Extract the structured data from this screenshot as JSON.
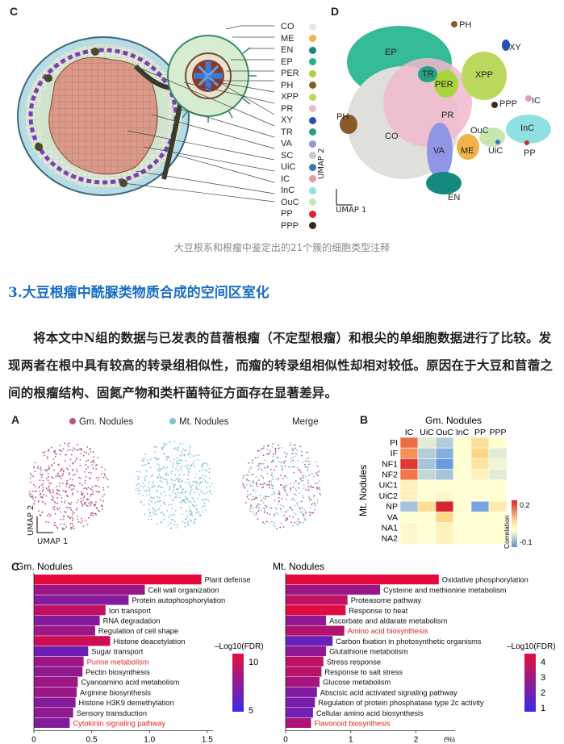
{
  "figure_top": {
    "panel_c_label": "C",
    "panel_d_label": "D",
    "legend": [
      {
        "code": "CO",
        "color": "#e8e8e0"
      },
      {
        "code": "ME",
        "color": "#f2b24a"
      },
      {
        "code": "EN",
        "color": "#14897e"
      },
      {
        "code": "EP",
        "color": "#1fb489"
      },
      {
        "code": "PER",
        "color": "#a8d53c"
      },
      {
        "code": "PH",
        "color": "#8a5a2b"
      },
      {
        "code": "XPP",
        "color": "#bcd85c"
      },
      {
        "code": "PR",
        "color": "#f0b8cc"
      },
      {
        "code": "XY",
        "color": "#2a4fb8"
      },
      {
        "code": "TR",
        "color": "#27a185"
      },
      {
        "code": "VA",
        "color": "#8f96e6"
      },
      {
        "code": "SC",
        "color": "#c9c9c9"
      },
      {
        "code": "UiC",
        "color": "#3a78b8"
      },
      {
        "code": "IC",
        "color": "#d9a0a5"
      },
      {
        "code": "InC",
        "color": "#8fe0e0"
      },
      {
        "code": "OuC",
        "color": "#c8e6b0"
      },
      {
        "code": "PP",
        "color": "#d7262b"
      },
      {
        "code": "PPP",
        "color": "#3a2a1a"
      }
    ],
    "umap_labels": [
      "PH",
      "EP",
      "XY",
      "TR",
      "PER",
      "XPP",
      "PR",
      "CO",
      "PPP",
      "IC",
      "InC",
      "OuC",
      "UiC",
      "PP",
      "VA",
      "ME",
      "PH",
      "EN"
    ],
    "umap_axis_x": "UMAP 1",
    "umap_axis_y": "UMAP 2"
  },
  "caption": "大豆根系和根瘤中鉴定出的21个簇的细胞类型注释",
  "section_title": "3.大豆根瘤中酰脲类物质合成的空间区室化",
  "paragraph": "将本文中N组的数据与已发表的苜蓿根瘤（不定型根瘤）和根尖的单细胞数据进行了比较。发现两者在根中具有较高的转录组相似性，而瘤的转录组相似性却相对较低。原因在于大豆和苜蓿之间的根瘤结构、固氮产物和类杆菌特征方面存在显著差异。",
  "figure_bottom": {
    "panel_a_label": "A",
    "panel_b_label": "B",
    "panel_c_label": "C",
    "umap_titles": [
      "Gm. Nodules",
      "Mt. Nodules",
      "Merge"
    ],
    "umap_axis_x": "UMAP 1",
    "umap_axis_y": "UMAP 2",
    "heatmap": {
      "title": "Gm. Nodules",
      "columns": [
        "IC",
        "UiC",
        "OuC",
        "InC",
        "PP",
        "PPP"
      ],
      "rows": [
        "PI",
        "IF",
        "NF1",
        "NF2",
        "UiC1",
        "UiC2",
        "NP",
        "VA",
        "NA1",
        "NA2"
      ],
      "row_axis_label": "Mt. Nodules",
      "colorbar_label": "Correlation",
      "colorbar_max": "0.2",
      "colorbar_min": "-0.1",
      "values": [
        [
          0.15,
          -0.02,
          -0.05,
          0.0,
          0.05,
          0.0
        ],
        [
          0.12,
          -0.05,
          -0.08,
          0.0,
          0.06,
          -0.02
        ],
        [
          0.2,
          -0.06,
          -0.1,
          0.0,
          0.04,
          -0.01
        ],
        [
          0.14,
          -0.04,
          -0.06,
          0.0,
          0.02,
          -0.02
        ],
        [
          0.02,
          0.0,
          0.0,
          0.0,
          0.0,
          0.0
        ],
        [
          0.02,
          0.0,
          0.01,
          0.0,
          0.0,
          0.0
        ],
        [
          -0.06,
          0.05,
          0.22,
          0.0,
          -0.09,
          0.03
        ],
        [
          0.0,
          0.0,
          0.06,
          0.0,
          0.0,
          0.0
        ],
        [
          0.01,
          0.0,
          0.02,
          0.0,
          0.0,
          0.0
        ],
        [
          0.01,
          0.0,
          0.02,
          0.0,
          0.0,
          0.0
        ]
      ]
    },
    "chart_data": [
      {
        "type": "bar",
        "title": "Gm. Nodules",
        "categories": [
          "Plant defense",
          "Cell wall organization",
          "Protein autophosphorylation",
          "Ion transport",
          "RNA degradation",
          "Regulation of cell shape",
          "Histone deacetylation",
          "Sugar transport",
          "Purine metabolism",
          "Pectin biosynthesis",
          "Cyanoamino acid metabolism",
          "Arginine biosynthesis",
          "Histone H3K9 demethylation",
          "Sensory transduction",
          "Cytokinin signaling pathway"
        ],
        "values": [
          1.45,
          0.96,
          0.82,
          0.62,
          0.57,
          0.53,
          0.66,
          0.47,
          0.43,
          0.42,
          0.38,
          0.37,
          0.36,
          0.34,
          0.31
        ],
        "fdr": [
          14,
          8,
          6,
          11,
          6,
          8,
          12,
          4,
          8,
          7,
          8,
          8,
          6,
          7,
          6
        ],
        "highlighted": [
          "Purine metabolism",
          "Cytokinin signaling pathway"
        ],
        "xlim": [
          0,
          1.55
        ],
        "ticks": [
          "0",
          "0.5",
          "1.0",
          "1.5"
        ],
        "colorbar_label": "–Log10(FDR)",
        "colorbar_ticks": [
          "10",
          "5"
        ]
      },
      {
        "type": "bar",
        "title": "Mt. Nodules",
        "categories": [
          "Oxidative phosphorylation",
          "Cysteine and methionine metabolism",
          "Proteasome pathway",
          "Response to heat",
          "Ascorbate and aldarate metabolism",
          "Amino acid biosynthesis",
          "Carbon fixation in photosynthetic organisms",
          "Glutathione metabolism",
          "Stress response",
          "Response to salt stress",
          "Glucose metabolism",
          "Abscisic acid activated signaling pathway",
          "Regulation of protein phosphatase type 2c activity",
          "Cellular amino acid biosynthesis",
          "Flavonoid biosynthesis"
        ],
        "values": [
          2.35,
          1.45,
          0.95,
          0.92,
          0.62,
          0.9,
          0.72,
          0.62,
          0.58,
          0.55,
          0.52,
          0.48,
          0.45,
          0.42,
          0.39
        ],
        "fdr": [
          4.5,
          2.5,
          3.5,
          4.4,
          2.2,
          3.2,
          1.2,
          2.2,
          3.4,
          3.3,
          2.8,
          1.8,
          1.6,
          1.4,
          3.0
        ],
        "highlighted": [
          "Amino acid biosynthesis",
          "Flavonoid biosynthesis"
        ],
        "xlim": [
          0,
          2.6
        ],
        "ticks": [
          "0",
          "1",
          "2"
        ],
        "xunit": "(%)",
        "colorbar_label": "–Log10(FDR)",
        "colorbar_ticks": [
          "4",
          "3",
          "2",
          "1"
        ]
      }
    ]
  }
}
